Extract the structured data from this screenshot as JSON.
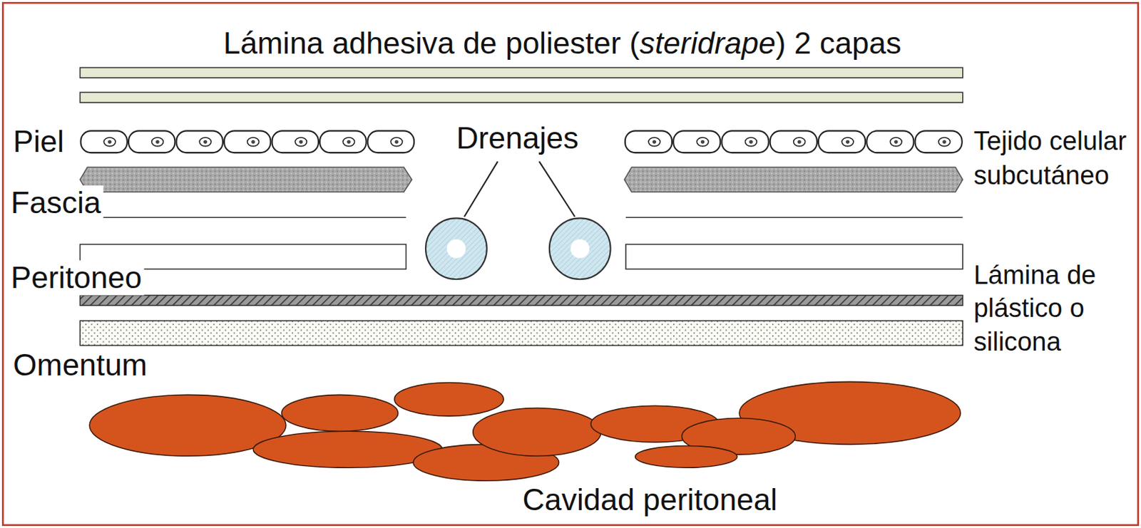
{
  "diagram": {
    "labels": [
      "Lámina adhesiva de poliester (steridrape) 2 capas",
      "Piel",
      "Drenajes",
      "Tejido celular subcutáneo",
      "Fascia",
      "Peritoneo",
      "Lámina de plástico o silicona",
      "Omentum",
      "Cavidad peritoneal"
    ]
  }
}
